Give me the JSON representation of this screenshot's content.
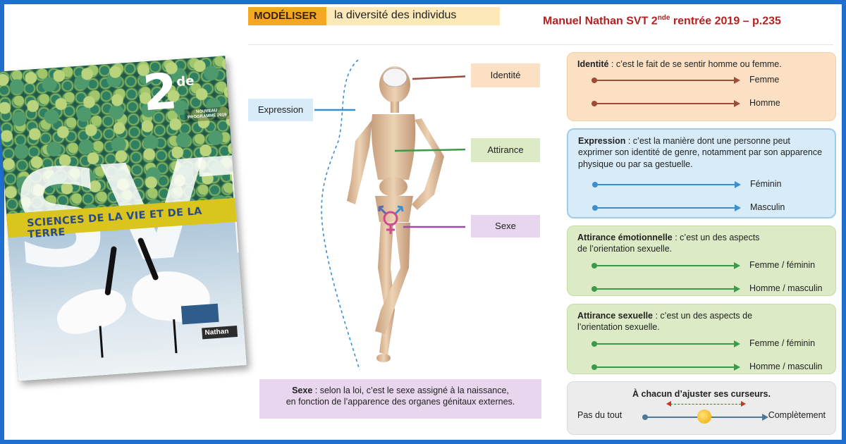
{
  "cover": {
    "grade": "2",
    "grade_suffix": "de",
    "program": "NOUVEAU PROGRAMME 2019",
    "title_letters": "SVT",
    "subtitle": "SCIENCES DE LA VIE ET DE LA TERRE",
    "publisher": "Nathan"
  },
  "header": {
    "tag": "MODÉLISER",
    "title": "la diversité des individus",
    "source_prefix": "Manuel Nathan SVT 2",
    "source_sup": "nde",
    "source_suffix": " rentrée 2019 – p.235"
  },
  "labels": {
    "expression": "Expression",
    "identite": "Identité",
    "attirance": "Attirance",
    "sexe": "Sexe"
  },
  "sexe_definition": {
    "term": "Sexe",
    "line1": " : selon la loi, c’est le sexe assigné à la naissance,",
    "line2": "en fonction de l’apparence des organes génitaux externes."
  },
  "panels": {
    "identite": {
      "term": "Identité",
      "text": " : c’est le fait de se sentir homme ou femme.",
      "sliders": [
        "Femme",
        "Homme"
      ],
      "color": "#a24a3a"
    },
    "expression": {
      "term": "Expression",
      "text": " : c’est la manière dont une personne peut exprimer son identité de genre, notamment par son apparence physique ou par sa gestuelle.",
      "sliders": [
        "Féminin",
        "Masculin"
      ],
      "color": "#3a8fd0"
    },
    "attirance_emotionnelle": {
      "term": "Attirance émotionnelle",
      "text": " : c’est un des aspects de l’orientation sexuelle.",
      "sliders": [
        "Femme / féminin",
        "Homme / masculin"
      ],
      "color": "#3a9a48"
    },
    "attirance_sexuelle": {
      "term": "Attirance sexuelle",
      "text": " : c’est un des aspects de l’orientation sexuelle.",
      "sliders": [
        "Femme / féminin",
        "Homme / masculin"
      ],
      "color": "#3a9a48"
    },
    "ajuster": {
      "title": "À chacun d’ajuster ses curseurs.",
      "left": "Pas du tout",
      "right": "Complètement"
    }
  }
}
